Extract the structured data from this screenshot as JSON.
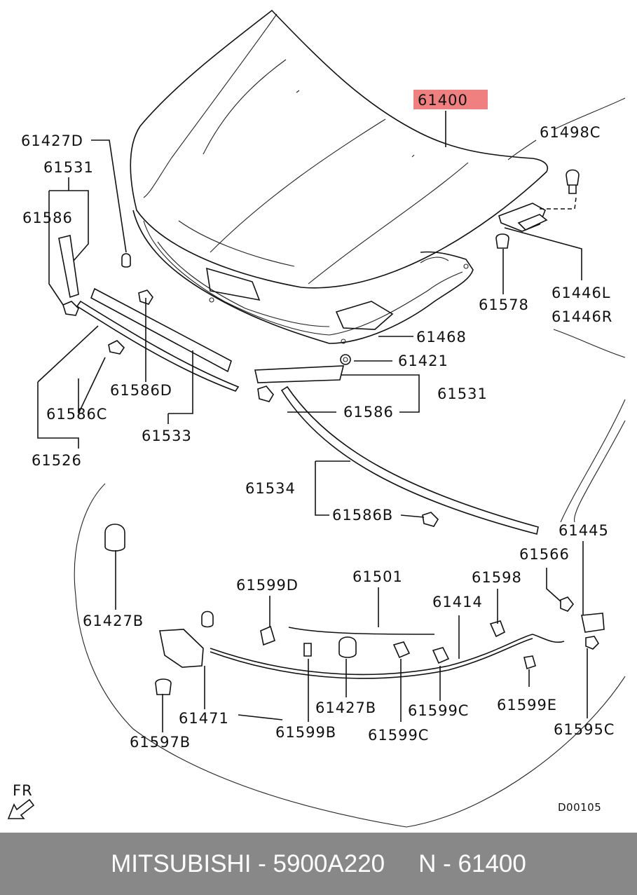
{
  "labels": {
    "l61400": "61400",
    "l61498C": "61498C",
    "l61427D": "61427D",
    "l61531_top": "61531",
    "l61586_top": "61586",
    "l61446L": "61446L",
    "l61446R": "61446R",
    "l61578": "61578",
    "l61468": "61468",
    "l61421": "61421",
    "l61531_mid": "61531",
    "l61586_mid": "61586",
    "l61586D": "61586D",
    "l61586C": "61586C",
    "l61533": "61533",
    "l61526": "61526",
    "l61534": "61534",
    "l61586B": "61586B",
    "l61445": "61445",
    "l61566": "61566",
    "l61599D": "61599D",
    "l61501": "61501",
    "l61598": "61598",
    "l61414": "61414",
    "l61427B_left": "61427B",
    "l61471": "61471",
    "l61427B_mid": "61427B",
    "l61599C_a": "61599C",
    "l61599E": "61599E",
    "l61595C": "61595C",
    "l61597B": "61597B",
    "l61599B": "61599B",
    "l61599C_b": "61599C",
    "fr": "FR",
    "drawing_code": "D00105"
  },
  "highlight_color": "#f08080",
  "footer": {
    "brand_part": "MITSUBISHI - 5900A220",
    "ref": "N - 61400"
  }
}
